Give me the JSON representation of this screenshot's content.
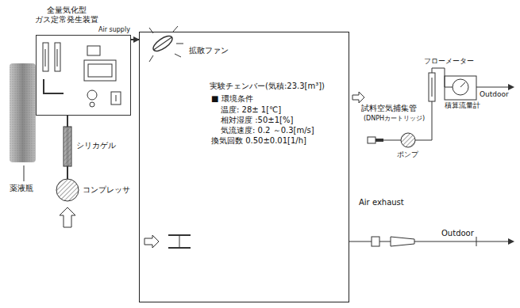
{
  "diagram": {
    "nodes": [
      {
        "text": [
          "全量気化型 ガス定常発生装置"
        ]
      },
      {
        "text": [
          "実験チェンバー(気積:23.3[m³])",
          "■ 環境条件",
          "温度: 28± 1[℃]",
          "相対湿度 :50±1[%]",
          "気流速度: 0.2 ～0.3[m/s]",
          "換気回数 0.50±0.01[1/h]"
        ]
      }
    ],
    "edges": [
      {
        "from": 0,
        "to": 1,
        "arrow": "to",
        "label": "Air supply"
      }
    ],
    "labels": [
      "拡散ファン",
      "薬液瓶",
      "シリカゲル",
      "コンプレッサ",
      "試料空気捕集管",
      "(DNPHカートリッジ)",
      "ポンプ",
      "フローメーター",
      "積算流量計",
      "Outdoor",
      "Air exhaust",
      "Outdoor"
    ]
  }
}
